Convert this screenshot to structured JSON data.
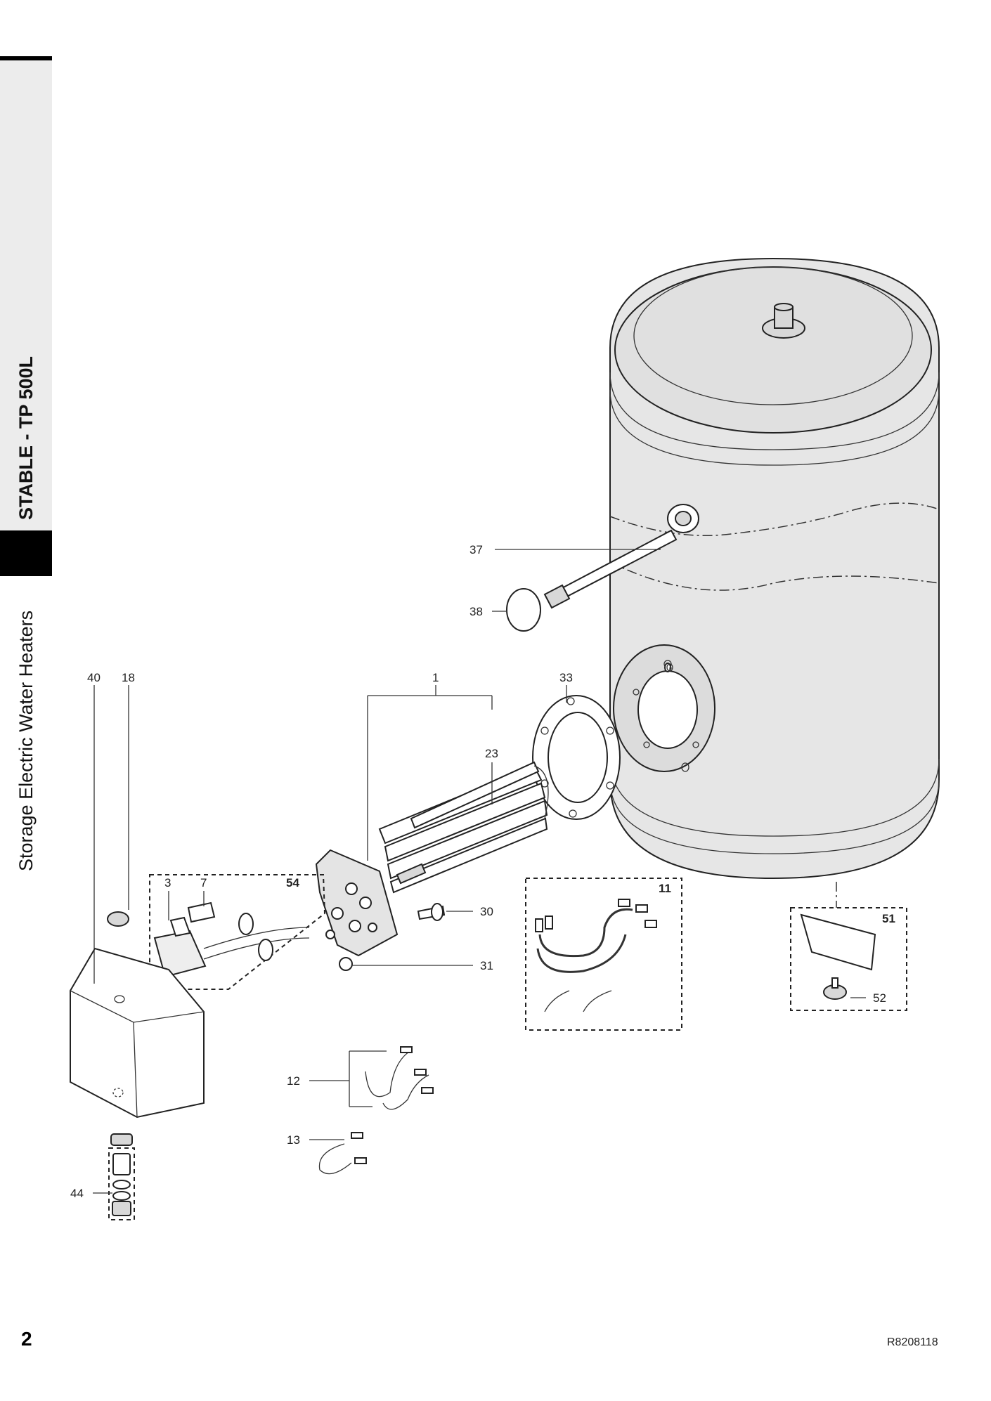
{
  "sidebar": {
    "product_title": "STABLE - TP 500L",
    "category": "Storage Electric Water Heaters"
  },
  "footer": {
    "page_number": "2",
    "reference": "R8208118"
  },
  "callouts": {
    "c1": "1",
    "c3": "3",
    "c7": "7",
    "c11": "11",
    "c12": "12",
    "c13": "13",
    "c18": "18",
    "c23": "23",
    "c30": "30",
    "c31": "31",
    "c33": "33",
    "c37": "37",
    "c38": "38",
    "c40": "40",
    "c44": "44",
    "c51": "51",
    "c52": "52",
    "c54": "54"
  },
  "colors": {
    "sidebar_bar": "#000000",
    "sidebar_bg": "#eeeeee",
    "tank_fill": "#e6e6e6"
  }
}
